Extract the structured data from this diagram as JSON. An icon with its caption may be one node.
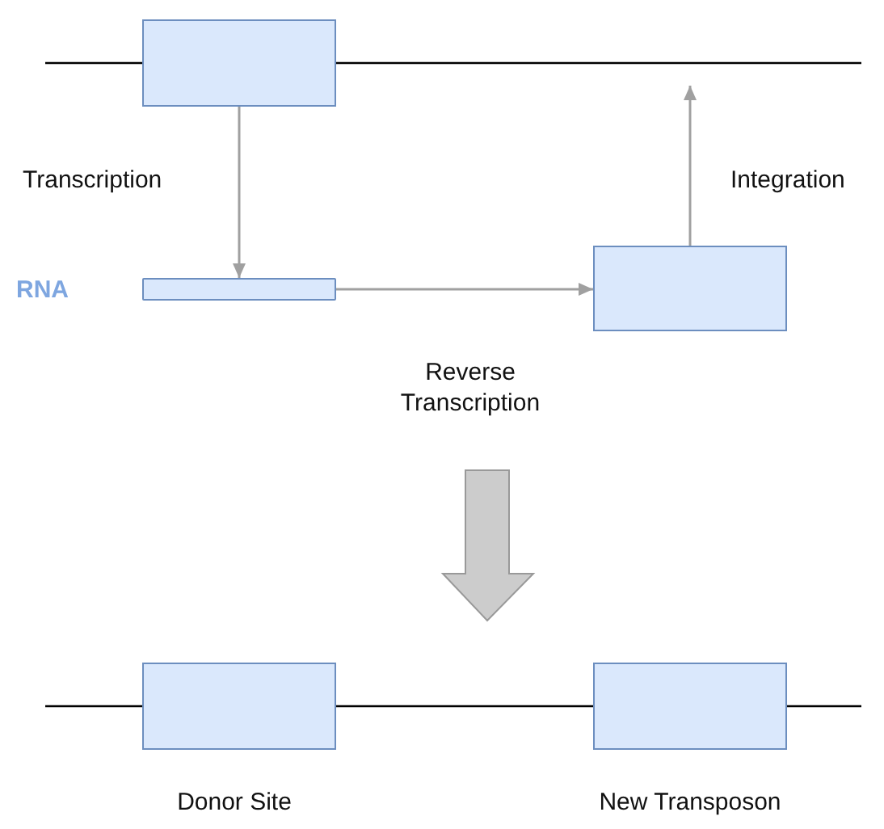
{
  "diagram": {
    "nodes": [
      {
        "text": [],
        "shape": "box"
      },
      {
        "text": [],
        "shape": "bar",
        "beside": [
          "RNA"
        ]
      },
      {
        "text": [],
        "shape": "box"
      },
      {
        "text": [],
        "shape": "box",
        "beside": [
          "Donor Site"
        ]
      },
      {
        "text": [],
        "shape": "box",
        "beside": [
          "New Transposon"
        ]
      }
    ],
    "edges": [
      {
        "from": 0,
        "to": 1,
        "arrow": "to",
        "label": "Transcription"
      },
      {
        "from": 1,
        "to": 2,
        "arrow": "to",
        "label": "Reverse Transcription"
      },
      {
        "from": 2,
        "to": null,
        "arrow": "to",
        "label": "Integration"
      }
    ]
  }
}
